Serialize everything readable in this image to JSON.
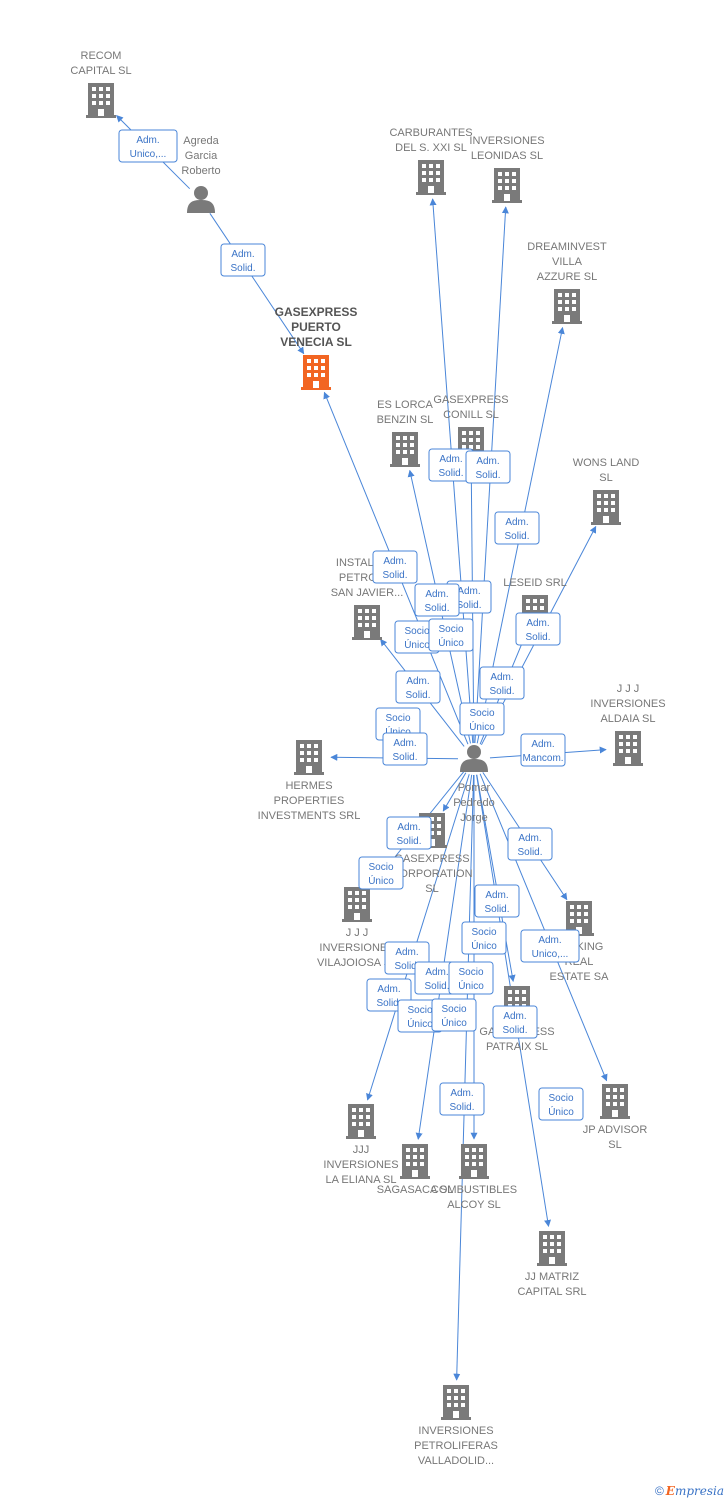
{
  "colors": {
    "edge": "#4a86d8",
    "node": "#7a7a7a",
    "highlight": "#f26522",
    "text": "#777777"
  },
  "nodes": [
    {
      "id": "recom",
      "type": "company",
      "label": [
        "RECOM",
        "CAPITAL  SL"
      ]
    },
    {
      "id": "agreda",
      "type": "person",
      "label": [
        "Agreda",
        "Garcia",
        "Roberto"
      ]
    },
    {
      "id": "gasexpress_venecia",
      "type": "company",
      "main": true,
      "label": [
        "GASEXPRESS",
        "PUERTO",
        "VENECIA  SL"
      ]
    },
    {
      "id": "carburantes",
      "type": "company",
      "label": [
        "CARBURANTES",
        "DEL S.  XXI  SL"
      ]
    },
    {
      "id": "inv_leonidas",
      "type": "company",
      "label": [
        "INVERSIONES",
        "LEONIDAS  SL"
      ]
    },
    {
      "id": "dreaminvest",
      "type": "company",
      "label": [
        "DREAMINVEST",
        "VILLA",
        "AZZURE  SL"
      ]
    },
    {
      "id": "es_lorca",
      "type": "company",
      "label": [
        "ES LORCA",
        "BENZIN  SL"
      ]
    },
    {
      "id": "gasexpress_conill",
      "type": "company",
      "label": [
        "GASEXPRESS",
        "CONILL  SL"
      ]
    },
    {
      "id": "wons_land",
      "type": "company",
      "label": [
        "WONS LAND",
        "SL"
      ]
    },
    {
      "id": "instalac",
      "type": "company",
      "label": [
        "INSTALAC...",
        "PETROLI...",
        "SAN JAVIER..."
      ]
    },
    {
      "id": "leseid",
      "type": "company",
      "label": [
        "LESEID SRL"
      ]
    },
    {
      "id": "jjj_aldaia",
      "type": "company",
      "label": [
        "J J J",
        "INVERSIONES",
        "ALDAIA  SL"
      ]
    },
    {
      "id": "hermes",
      "type": "company",
      "label": [
        "HERMES",
        "PROPERTIES",
        "INVESTMENTS SRL"
      ]
    },
    {
      "id": "pomar",
      "type": "person",
      "label": [
        "Pomar",
        "Pedredo",
        "Jorge"
      ]
    },
    {
      "id": "gasexpress_corp",
      "type": "company",
      "label": [
        "GASEXPRESS",
        "CORPORATION",
        "SL"
      ]
    },
    {
      "id": "jjj_vilajoiosa",
      "type": "company",
      "label": [
        "J J J",
        "INVERSIONES",
        "VILAJOIOSA SL"
      ]
    },
    {
      "id": "parking",
      "type": "company",
      "label": [
        "PARKING",
        "REAL",
        "ESTATE SA"
      ]
    },
    {
      "id": "gasexpress_patraix",
      "type": "company",
      "label": [
        "GASEXPRESS",
        "PATRAIX  SL"
      ]
    },
    {
      "id": "jp_advisor",
      "type": "company",
      "label": [
        "JP ADVISOR",
        "SL"
      ]
    },
    {
      "id": "jjj_eliana",
      "type": "company",
      "label": [
        "JJJ",
        "INVERSIONES",
        "LA ELIANA  SL"
      ]
    },
    {
      "id": "sagasaca",
      "type": "company",
      "label": [
        "SAGASACA SL"
      ]
    },
    {
      "id": "combustibles",
      "type": "company",
      "label": [
        "COMBUSTIBLES",
        "ALCOY  SL"
      ]
    },
    {
      "id": "jj_matriz",
      "type": "company",
      "label": [
        "JJ MATRIZ",
        "CAPITAL SRL"
      ]
    },
    {
      "id": "inv_petroliferas",
      "type": "company",
      "label": [
        "INVERSIONES",
        "PETROLIFERAS",
        "VALLADOLID..."
      ]
    }
  ],
  "edges": [
    {
      "from": "agreda",
      "to": "recom",
      "label": [
        "Adm.",
        "Unico,..."
      ]
    },
    {
      "from": "agreda",
      "to": "gasexpress_venecia",
      "label": [
        "Adm.",
        "Solid."
      ]
    },
    {
      "from": "pomar",
      "to": "gasexpress_venecia",
      "label": [
        "Adm.",
        "Solid."
      ]
    },
    {
      "from": "pomar",
      "to": "carburantes",
      "label": [
        "Adm.",
        "Solid."
      ]
    },
    {
      "from": "pomar",
      "to": "inv_leonidas",
      "label": [
        "Adm.",
        "Solid."
      ]
    },
    {
      "from": "pomar",
      "to": "dreaminvest",
      "label": [
        "Adm.",
        "Solid."
      ]
    },
    {
      "from": "pomar",
      "to": "es_lorca",
      "label": [
        "Adm.",
        "Solid."
      ]
    },
    {
      "from": "pomar",
      "to": "gasexpress_conill",
      "label": [
        "Adm.",
        "Solid."
      ]
    },
    {
      "from": "pomar",
      "to": "wons_land",
      "label": [
        "Adm.",
        "Solid."
      ]
    },
    {
      "from": "pomar",
      "to": "instalac",
      "label": [
        "Adm.",
        "Solid."
      ]
    },
    {
      "from": "pomar",
      "to": "leseid",
      "label": [
        "Adm.",
        "Solid."
      ]
    },
    {
      "from": "pomar",
      "to": "jjj_aldaia",
      "label": [
        "Adm.",
        "Mancom."
      ]
    },
    {
      "from": "pomar",
      "to": "hermes",
      "label": [
        "Adm.",
        "Solid."
      ]
    },
    {
      "from": "pomar",
      "to": "gasexpress_corp",
      "label": [
        "Adm.",
        "Solid."
      ]
    },
    {
      "from": "pomar",
      "to": "jjj_vilajoiosa",
      "label": [
        "Socio",
        "Único"
      ]
    },
    {
      "from": "pomar",
      "to": "parking",
      "label": [
        "Adm.",
        "Solid."
      ]
    },
    {
      "from": "pomar",
      "to": "gasexpress_patraix",
      "label": [
        "Adm.",
        "Solid."
      ]
    },
    {
      "from": "pomar",
      "to": "jp_advisor",
      "label": [
        "Adm.",
        "Unico,..."
      ]
    },
    {
      "from": "pomar",
      "to": "jjj_eliana",
      "label": [
        "Socio",
        "Único"
      ]
    },
    {
      "from": "pomar",
      "to": "sagasaca",
      "label": [
        "Socio",
        "Único"
      ]
    },
    {
      "from": "pomar",
      "to": "combustibles",
      "label": [
        "Adm.",
        "Solid."
      ]
    },
    {
      "from": "pomar",
      "to": "jj_matriz",
      "label": [
        "Socio",
        "Único"
      ]
    },
    {
      "from": "pomar",
      "to": "inv_petroliferas",
      "label": [
        "Adm.",
        "Solid."
      ]
    }
  ],
  "edge_labels": [
    [
      "Adm.",
      "Unico,..."
    ],
    [
      "Adm.",
      "Solid."
    ],
    [
      "Adm.",
      "Solid."
    ],
    [
      "Adm.",
      "Solid."
    ],
    [
      "Adm.",
      "Solid."
    ],
    [
      "Adm.",
      "Solid."
    ],
    [
      "Adm.",
      "Solid."
    ],
    [
      "Adm.",
      "Solid."
    ],
    [
      "Socio",
      "Único"
    ],
    [
      "Socio",
      "Único"
    ],
    [
      "Adm.",
      "Solid."
    ],
    [
      "Adm.",
      "Solid."
    ],
    [
      "Adm.",
      "Solid."
    ],
    [
      "Socio",
      "Único"
    ],
    [
      "Socio",
      "Único"
    ],
    [
      "Adm.",
      "Solid."
    ],
    [
      "Adm.",
      "Mancom."
    ],
    [
      "Adm.",
      "Solid."
    ],
    [
      "Adm.",
      "Solid."
    ],
    [
      "Socio",
      "Único"
    ],
    [
      "Adm.",
      "Solid."
    ],
    [
      "Socio",
      "Único"
    ],
    [
      "Adm.",
      "Unico,..."
    ],
    [
      "Adm.",
      "Solid."
    ],
    [
      "Adm.",
      "Solid."
    ],
    [
      "Socio",
      "Único"
    ],
    [
      "Adm.",
      "Solid."
    ],
    [
      "Adm.",
      "Solid."
    ],
    [
      "Socio",
      "Único"
    ],
    [
      "Socio",
      "Único"
    ],
    [
      "Socio",
      "Único"
    ],
    [
      "Adm.",
      "Solid."
    ],
    [
      "Adm.",
      "Solid."
    ],
    [
      "Socio",
      "Único"
    ]
  ],
  "footer": {
    "copyright": "©",
    "brand_first": "E",
    "brand_rest": "mpresia"
  }
}
